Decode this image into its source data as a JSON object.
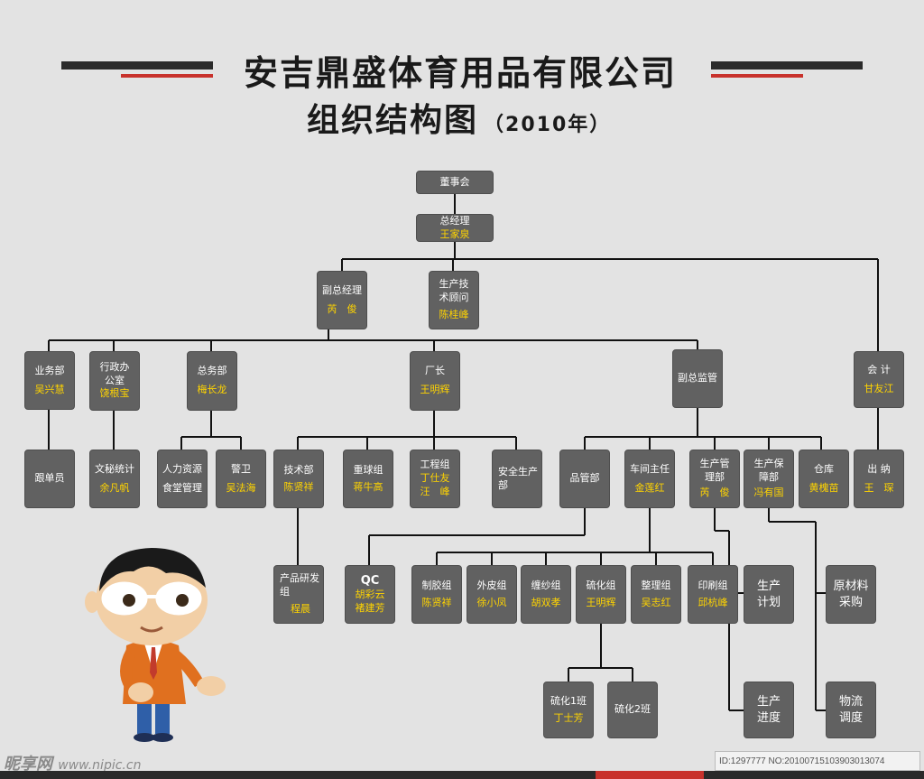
{
  "header": {
    "company": "安吉鼎盛体育用品有限公司",
    "chart_title": "组织结构图",
    "year": "（2010年）"
  },
  "nodes": {
    "board": {
      "t": "董事会"
    },
    "gm": {
      "t": "总经理",
      "n": "王家泉"
    },
    "vgm": {
      "t": "副总经理",
      "n": "芮　俊"
    },
    "advisor": {
      "t": "生产技术顾问",
      "n": "陈桂峰"
    },
    "accounting": {
      "t": "会 计",
      "n": "甘友江"
    },
    "sales": {
      "t": "业务部",
      "n": "吴兴慧"
    },
    "admin": {
      "t": "行政办公室",
      "n": "饶根宝"
    },
    "general": {
      "t": "总务部",
      "n": "梅长龙"
    },
    "factory": {
      "t": "厂长",
      "n": "王明辉"
    },
    "vsup": {
      "t": "副总监管"
    },
    "cashier": {
      "t": "出 纳",
      "n": "王　琛"
    },
    "follow": {
      "t": "跟单员"
    },
    "secretary": {
      "t": "文秘统计",
      "n": "余凡帆"
    },
    "hr_a": "人力资源",
    "hr_b": "食堂管理",
    "guard": {
      "t": "警卫",
      "n": "吴法海"
    },
    "tech": {
      "t": "技术部",
      "n": "陈贤祥"
    },
    "ball": {
      "t": "重球组",
      "n": "蒋牛高"
    },
    "eng": {
      "t": "工程组",
      "n1": "丁仕友",
      "n2": "汪　峰"
    },
    "safety": {
      "t": "安全生产部"
    },
    "qm": {
      "t": "品管部"
    },
    "workshop": {
      "t": "车间主任",
      "n": "金莲红"
    },
    "prodmgr": {
      "t": "生产管理部",
      "n": "芮　俊"
    },
    "prodsec": {
      "t": "生产保障部",
      "n": "冯有国"
    },
    "warehouse": {
      "t": "仓库",
      "n": "黄槐苗"
    },
    "rd": {
      "t": "产品研发组",
      "n": "程晨"
    },
    "qc": {
      "t": "QC",
      "n1": "胡彩云",
      "n2": "褚建芳"
    },
    "glue": {
      "t": "制胶组",
      "n": "陈贤祥"
    },
    "skin": {
      "t": "外皮组",
      "n": "徐小凤"
    },
    "yarn": {
      "t": "缠纱组",
      "n": "胡双孝"
    },
    "vulc": {
      "t": "硫化组",
      "n": "王明辉"
    },
    "finish": {
      "t": "整理组",
      "n": "吴志红"
    },
    "print": {
      "t": "印刷组",
      "n": "邱杭峰"
    },
    "plan": {
      "t": "生产计划"
    },
    "material": {
      "t": "原材料采购"
    },
    "vulc1": {
      "t": "硫化1班",
      "n": "丁士芳"
    },
    "vulc2": {
      "t": "硫化2班"
    },
    "progress": {
      "t": "生产进度"
    },
    "logistics": {
      "t": "物流调度"
    }
  },
  "footer": {
    "watermark": "昵享网",
    "watermark_url": "www.nipic.cn",
    "id_text": "ID:1297777 NO:20100715103903013074"
  }
}
